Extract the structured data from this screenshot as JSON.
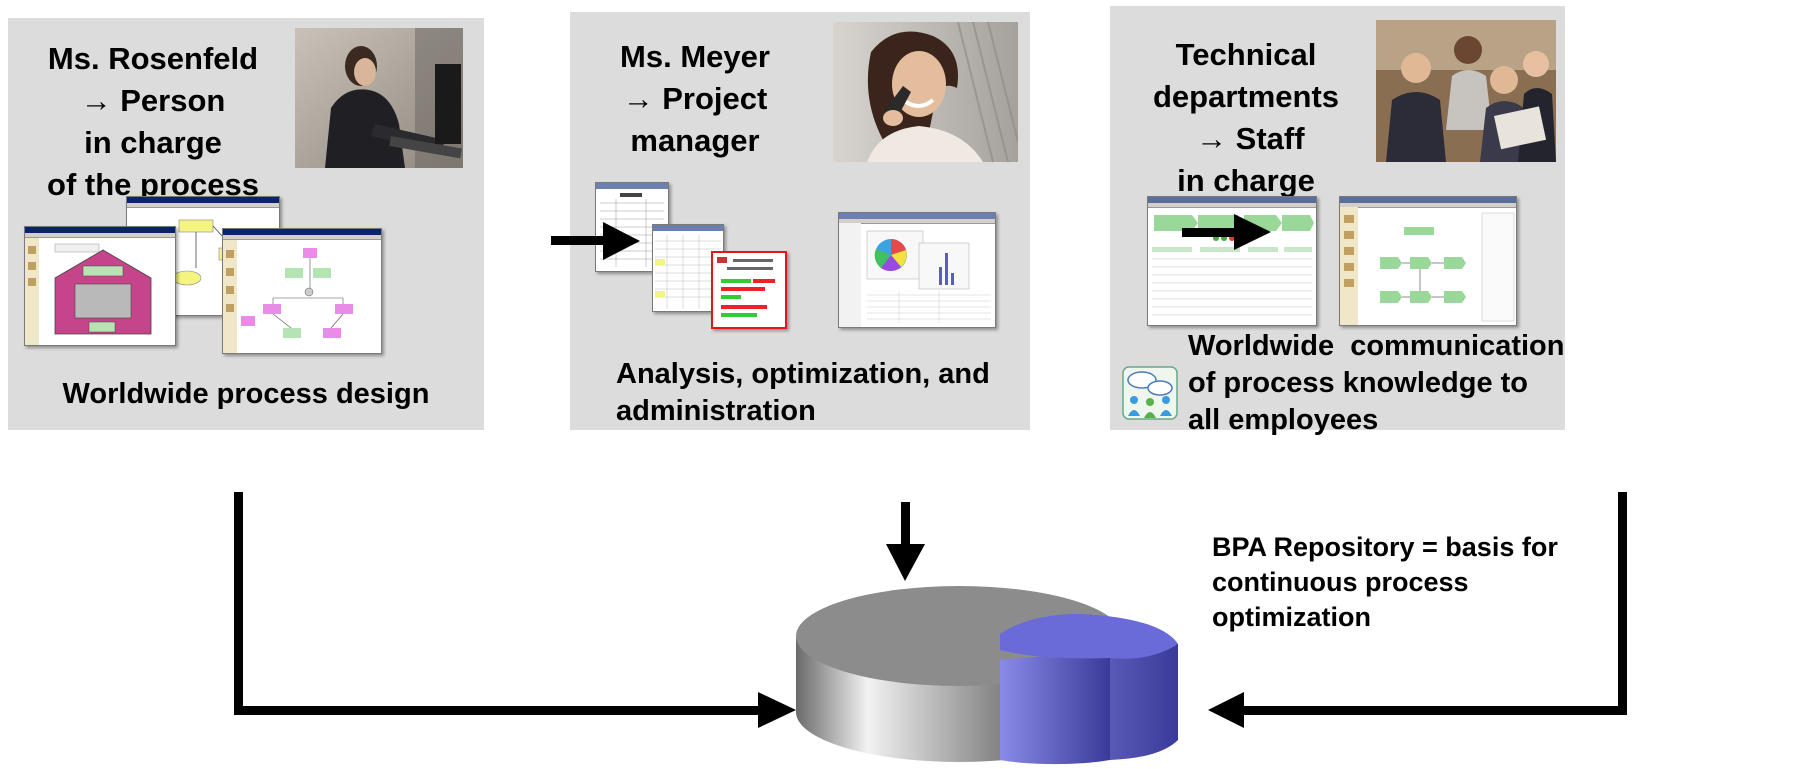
{
  "panels": [
    {
      "title_lines": [
        "Ms. Rosenfeld",
        "→ Person",
        "in charge",
        "of the process"
      ],
      "caption_lines": [
        "Worldwide process design"
      ]
    },
    {
      "title_lines": [
        "Ms. Meyer",
        "→  Project",
        "manager"
      ],
      "caption_lines": [
        "Analysis, optimization, and",
        "administration"
      ]
    },
    {
      "title_lines": [
        "Technical",
        "departments",
        " → Staff",
        "in charge"
      ],
      "caption_lines": [
        "Worldwide  communication",
        "of process knowledge to",
        "all employees"
      ]
    }
  ],
  "repository_note_lines": [
    "BPA Repository = basis for",
    "continuous process",
    "optimization"
  ],
  "colors": {
    "panel_background": "#dcdcdc",
    "arrow": "#000000",
    "cylinder_gray": "#8c8c8c",
    "cylinder_slice": "#6a6ad8"
  },
  "icons": [
    "person-at-laptop-photo",
    "woman-on-phone-photo",
    "team-meeting-photo",
    "process-model-screenshot",
    "report-screenshot",
    "chart-screenshot",
    "portal-screenshot",
    "collaboration-icon",
    "database-cylinder-icon"
  ]
}
